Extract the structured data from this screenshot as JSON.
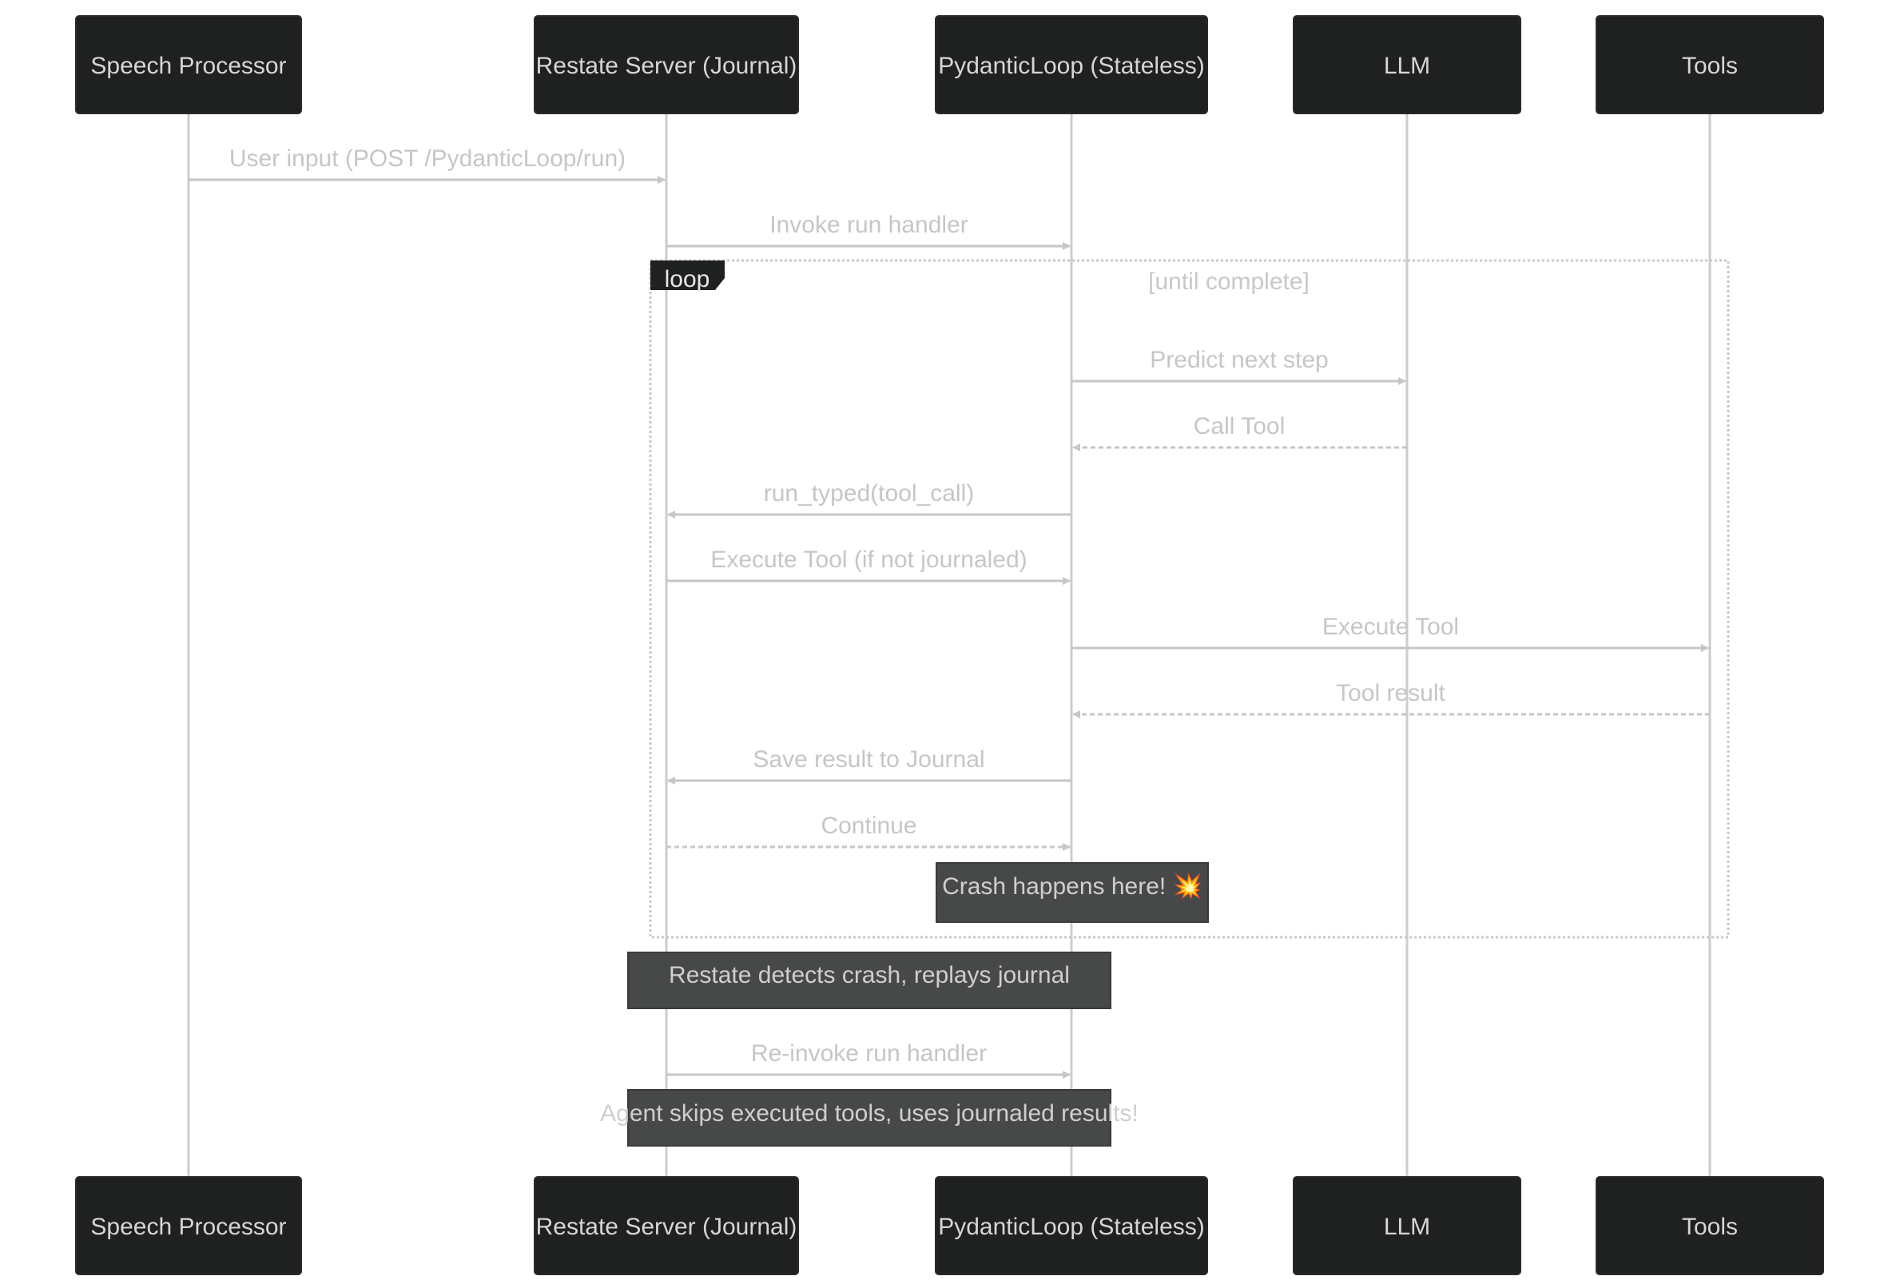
{
  "participants": [
    {
      "id": "speech",
      "label": "Speech Processor"
    },
    {
      "id": "restate",
      "label": "Restate Server (Journal)"
    },
    {
      "id": "pydantic",
      "label": "PydanticLoop (Stateless)"
    },
    {
      "id": "llm",
      "label": "LLM"
    },
    {
      "id": "tools",
      "label": "Tools"
    }
  ],
  "loop": {
    "label": "loop",
    "condition": "[until complete]"
  },
  "messages": [
    {
      "from": "speech",
      "to": "restate",
      "text": "User input (POST /PydanticLoop/run)",
      "style": "solid"
    },
    {
      "from": "restate",
      "to": "pydantic",
      "text": "Invoke run handler",
      "style": "solid"
    },
    {
      "from": "pydantic",
      "to": "llm",
      "text": "Predict next step",
      "style": "solid"
    },
    {
      "from": "llm",
      "to": "pydantic",
      "text": "Call Tool",
      "style": "dashed"
    },
    {
      "from": "pydantic",
      "to": "restate",
      "text": "run_typed(tool_call)",
      "style": "solid"
    },
    {
      "from": "restate",
      "to": "pydantic",
      "text": "Execute Tool (if not journaled)",
      "style": "solid"
    },
    {
      "from": "pydantic",
      "to": "tools",
      "text": "Execute Tool",
      "style": "solid"
    },
    {
      "from": "tools",
      "to": "pydantic",
      "text": "Tool result",
      "style": "dashed"
    },
    {
      "from": "pydantic",
      "to": "restate",
      "text": "Save result to Journal",
      "style": "solid"
    },
    {
      "from": "restate",
      "to": "pydantic",
      "text": "Continue",
      "style": "dashed"
    },
    {
      "from": "restate",
      "to": "pydantic",
      "text": "Re-invoke run handler",
      "style": "solid"
    }
  ],
  "notes": [
    {
      "text": "Crash happens here! 💥",
      "over": [
        "pydantic"
      ]
    },
    {
      "text": "Restate detects crash, replays journal",
      "over": [
        "restate",
        "pydantic"
      ]
    },
    {
      "text": "Agent skips executed tools, uses journaled results!",
      "over": [
        "restate",
        "pydantic"
      ]
    }
  ],
  "colors": {
    "actor_fill": "#1f2020",
    "actor_text": "#d6d6d6",
    "lifeline": "#cccccc",
    "message": "#c6c6c6",
    "note_fill": "#474949",
    "note_border": "#3a3a3a",
    "loop_border": "#c8c8c8",
    "loop_tag": "#1f2020"
  }
}
